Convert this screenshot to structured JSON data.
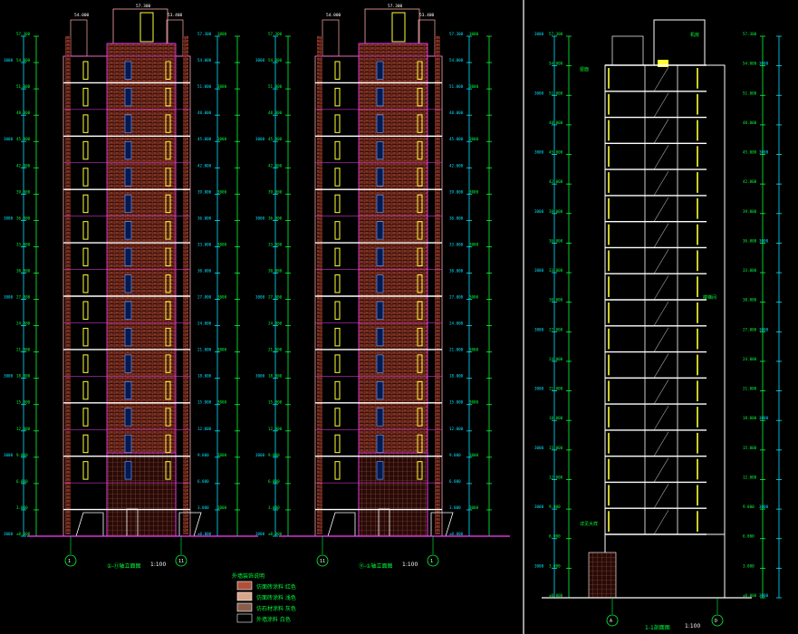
{
  "drawing": {
    "background": "#000000",
    "colors": {
      "outline_magenta": "#ff3dff",
      "outline_white": "#ffffff",
      "dim_green": "#00ff3a",
      "dim_cyan": "#00e5ff",
      "window_yellow": "#ffff33",
      "brick_red": "#b0503a",
      "wall_pink": "#ffaaaa",
      "viewport_border": "#ffffff"
    },
    "views": [
      {
        "kind": "elevation",
        "caption": "①-⑪轴立面图",
        "scale": "1:100",
        "axis_left": "1",
        "axis_right": "11"
      },
      {
        "kind": "elevation",
        "caption": "⑪-①轴立面图",
        "scale": "1:100",
        "axis_left": "11",
        "axis_right": "1"
      },
      {
        "kind": "section",
        "caption": "1-1剖面图",
        "scale": "1:100",
        "axis_left": "A",
        "axis_right": "D"
      }
    ],
    "floor_count": 18,
    "legend": {
      "title": "外墙装饰说明",
      "items": [
        {
          "label": "仿面砖涂料 红色",
          "swatch": "#b0503a"
        },
        {
          "label": "仿面砖涂料 浅色",
          "swatch": "#d9a58a"
        },
        {
          "label": "仿石材涂料 灰色",
          "swatch": "#8a5c4a"
        },
        {
          "label": "外墙涂料 白色",
          "swatch": "#000000"
        }
      ]
    },
    "elevation_marks": [
      "±0.000",
      "3.000",
      "6.000",
      "9.000",
      "12.000",
      "15.000",
      "18.000",
      "21.000",
      "24.000",
      "27.000",
      "30.000",
      "33.000",
      "36.000",
      "39.000",
      "42.000",
      "45.000",
      "48.000",
      "51.000",
      "54.000",
      "57.300"
    ],
    "top_labels": [
      "54.000",
      "57.300",
      "53.400"
    ],
    "section_annotations": [
      "楼梯间",
      "机房",
      "屋面",
      "详见大样"
    ]
  }
}
